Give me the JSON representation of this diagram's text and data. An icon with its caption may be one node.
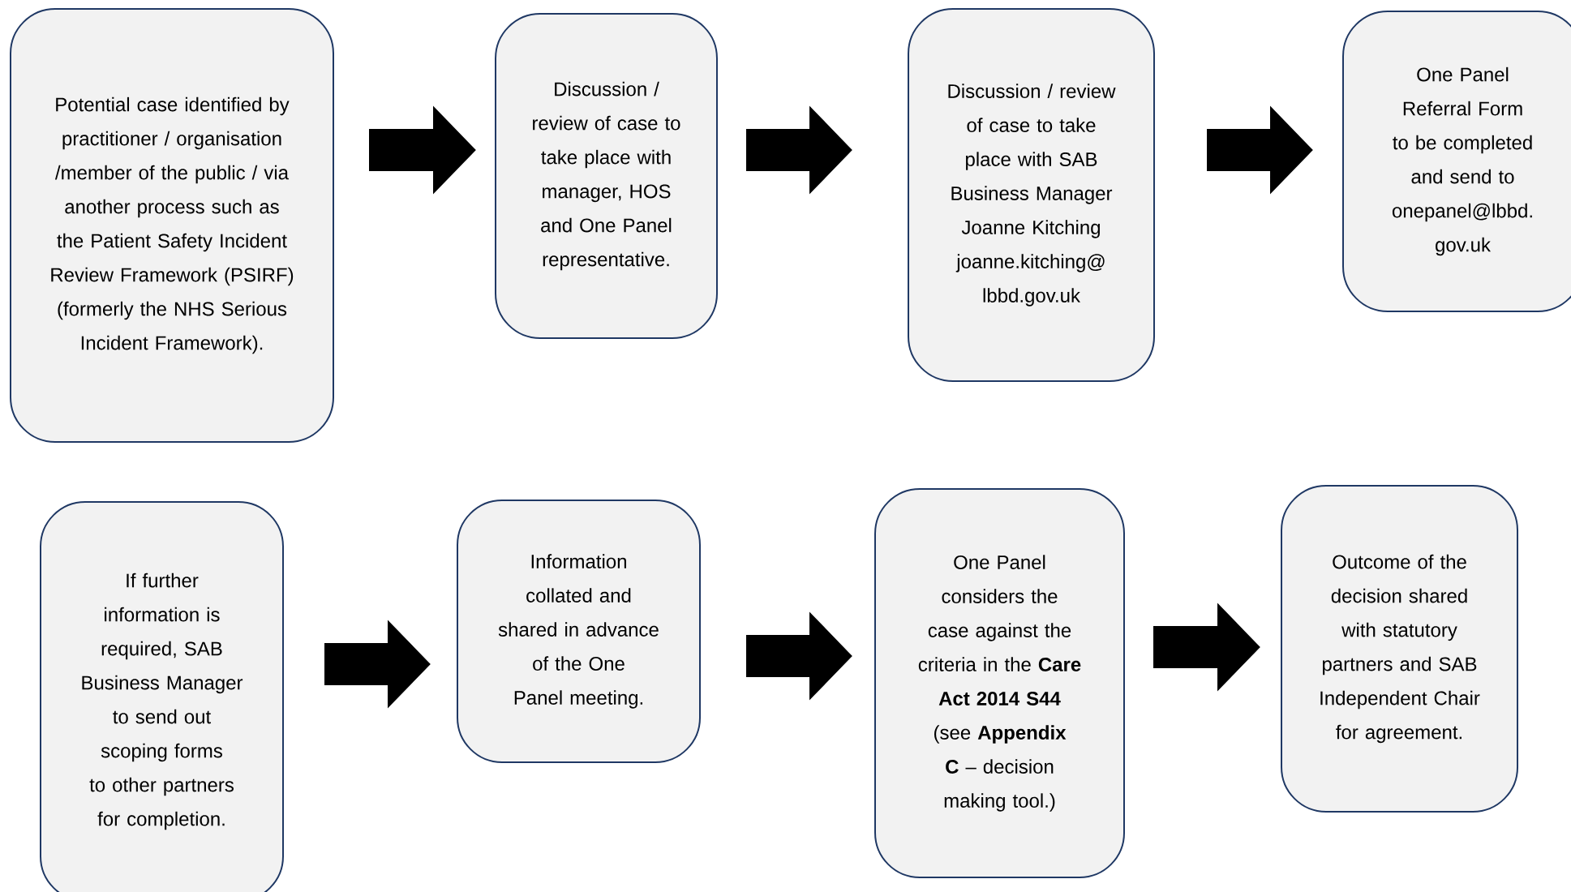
{
  "diagram": {
    "nodes": [
      {
        "text": [
          "Potential case identified by practitioner / organisation /member of the public / via another process such as the Patient Safety Incident Review Framework (PSIRF) (formerly the NHS Serious Incident Framework)."
        ]
      },
      {
        "text": [
          "Discussion / review of case to take place with manager, HOS and One Panel representative."
        ]
      },
      {
        "text": [
          "Discussion / review of case to take place with SAB Business Manager Joanne Kitching joanne.kitching@ lbbd.gov.uk"
        ]
      },
      {
        "text": [
          "One Panel Referral Form to be completed and send to onepanel@lbbd. gov.uk"
        ]
      },
      {
        "text": [
          "If further information is required, SAB Business Manager to send out scoping forms to other partners for completion."
        ]
      },
      {
        "text": [
          "Information collated and shared in advance of the One Panel meeting."
        ]
      },
      {
        "text": [
          "One Panel considers the case against the criteria in the **Care Act 2014 S44** (see **Appendix C** – decision making tool.)"
        ]
      },
      {
        "text": [
          "Outcome of the decision shared with statutory partners and SAB Independent Chair for agreement."
        ]
      }
    ],
    "edges": [
      {
        "from": 0,
        "to": 1,
        "arrow": "to"
      },
      {
        "from": 1,
        "to": 2,
        "arrow": "to"
      },
      {
        "from": 2,
        "to": 3,
        "arrow": "to"
      },
      {
        "from": 4,
        "to": 5,
        "arrow": "to"
      },
      {
        "from": 5,
        "to": 6,
        "arrow": "to"
      },
      {
        "from": 6,
        "to": 7,
        "arrow": "to"
      }
    ]
  }
}
